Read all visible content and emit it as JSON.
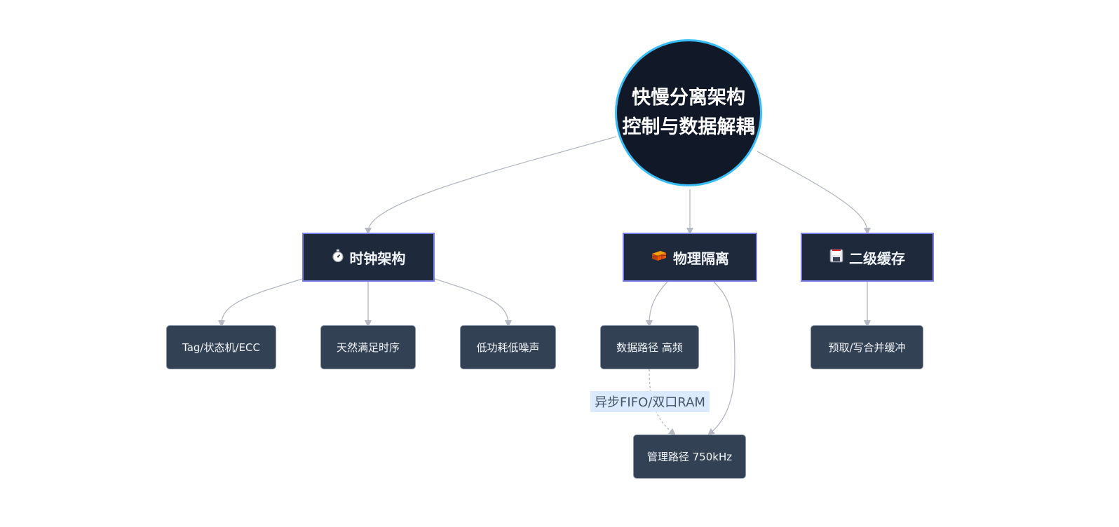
{
  "root": {
    "line1": "快慢分离架构",
    "line2": "控制与数据解耦"
  },
  "categories": [
    {
      "label": "时钟架构",
      "icon": "stopwatch-icon"
    },
    {
      "label": "物理隔离",
      "icon": "bricks-icon"
    },
    {
      "label": "二级缓存",
      "icon": "floppy-disk-icon"
    }
  ],
  "leaves": {
    "tag_fsm_ecc": "Tag/状态机/ECC",
    "natural_timing": "天然满足时序",
    "low_power_noise": "低功耗低噪声",
    "data_path": "数据路径 高频",
    "mgmt_path": "管理路径 750kHz",
    "prefetch_buffer": "预取/写合并缓冲"
  },
  "edge_label": "异步FIFO/双口RAM",
  "colors": {
    "root_fill": "#111827",
    "root_border": "#38bdf8",
    "category_fill": "#1e293b",
    "category_border": "#7b7fe6",
    "leaf_fill": "#334155",
    "edge": "#b4b8c2",
    "edge_label_bg": "#dbeafe"
  }
}
